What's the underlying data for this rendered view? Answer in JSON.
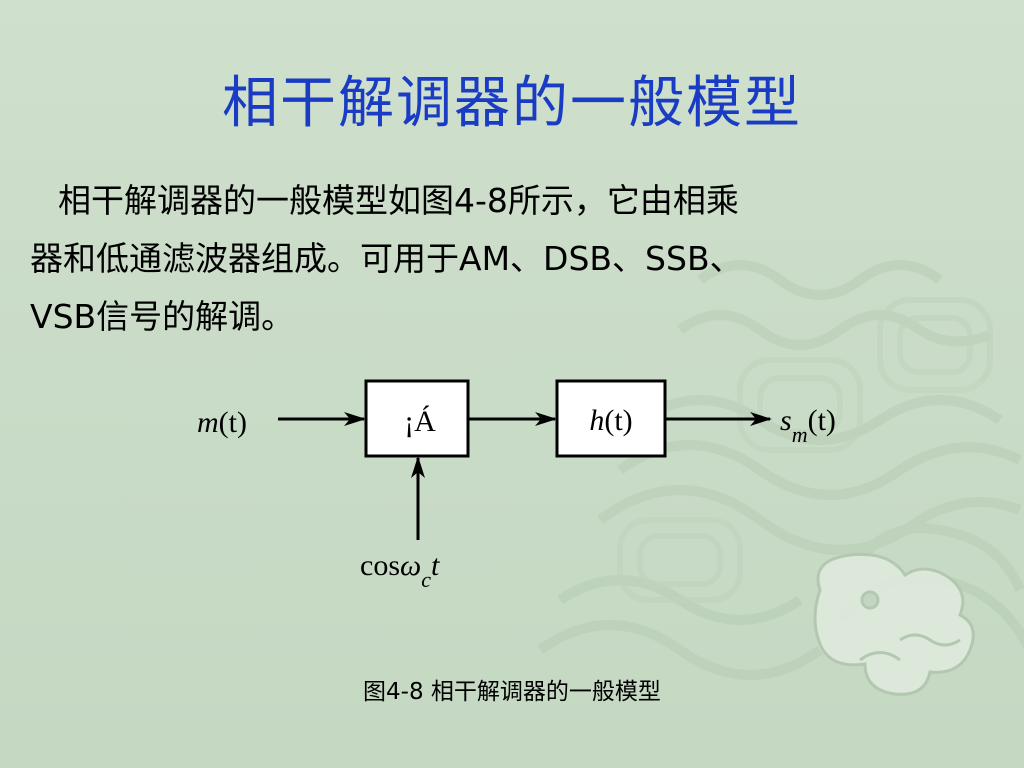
{
  "title": "相干解调器的一般模型",
  "paragraph": {
    "line1": "相干解调器的一般模型如图4-8所示，它由相乘",
    "line2": "器和低通滤波器组成。可用于AM、DSB、SSB、",
    "line3": "VSB信号的解调。"
  },
  "diagram": {
    "input_label_main": "m",
    "input_label_paren": "(t)",
    "multiplier_label": "¡Á",
    "filter_label_main": "h",
    "filter_label_paren": "(t)",
    "output_label_main": "s",
    "output_label_sub": "m",
    "output_label_paren": "(t)",
    "carrier_label_cos": "cos",
    "carrier_label_omega": "ω",
    "carrier_label_sub": "c",
    "carrier_label_t": "t"
  },
  "caption": "图4-8  相干解调器的一般模型",
  "colors": {
    "background": "#c9dcc8",
    "title": "#1a3cc4",
    "text": "#000000"
  }
}
